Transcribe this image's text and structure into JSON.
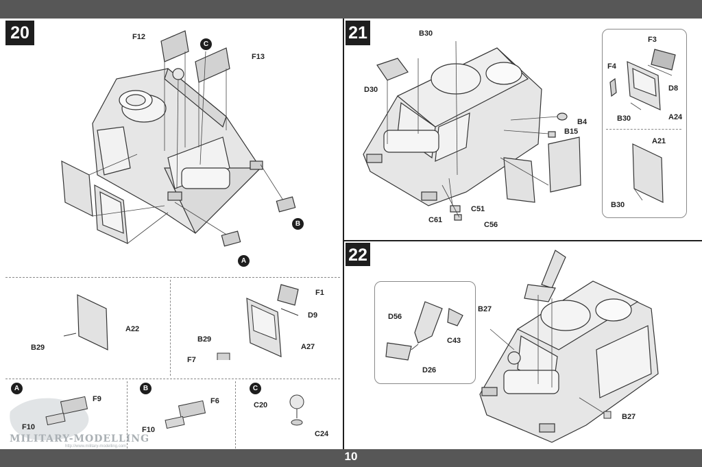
{
  "page": {
    "number": "10"
  },
  "steps": [
    {
      "number": "20"
    },
    {
      "number": "21"
    },
    {
      "number": "22"
    }
  ],
  "step20": {
    "labels": {
      "f12": "F12",
      "f13": "F13",
      "a22": "A22",
      "b29a": "B29",
      "f1": "F1",
      "d9": "D9",
      "b29b": "B29",
      "a27": "A27",
      "f7": "F7"
    },
    "callouts": {
      "c": "C",
      "b": "B",
      "a": "A"
    }
  },
  "step21": {
    "labels": {
      "b30": "B30",
      "d30": "D30",
      "b4": "B4",
      "b15": "B15",
      "c51": "C51",
      "c61": "C61",
      "c56": "C56"
    },
    "inset": {
      "f3": "F3",
      "f4": "F4",
      "d8": "D8",
      "a24": "A24",
      "b30a": "B30",
      "a21": "A21",
      "b30b": "B30"
    }
  },
  "step22": {
    "labels": {
      "b27a": "B27",
      "b27b": "B27"
    },
    "inset": {
      "d56": "D56",
      "c43": "C43",
      "d26": "D26"
    }
  },
  "subassemblies": {
    "a": {
      "tag": "A",
      "f9": "F9",
      "f10": "F10"
    },
    "b": {
      "tag": "B",
      "f6": "F6",
      "f10": "F10"
    },
    "c": {
      "tag": "C",
      "c20": "C20",
      "c24": "C24"
    }
  },
  "watermark": {
    "text": "MILITARY-MODELLING",
    "sub": "http://www.military-modelling.com"
  },
  "colors": {
    "bar": "#575757",
    "ink": "#1e1e1e",
    "part_fill": "#e6e6e6",
    "window_fill": "#cfcfcf"
  }
}
